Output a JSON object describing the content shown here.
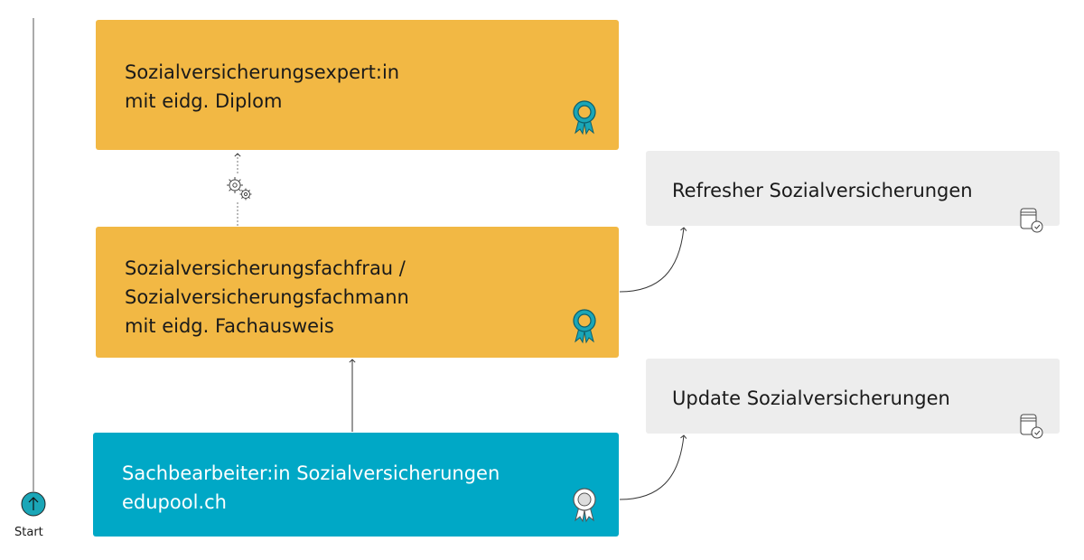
{
  "start": {
    "label": "Start",
    "icon": "arrow-up-circle-icon"
  },
  "nodes": {
    "diplom": {
      "lines": [
        "Sozialversicherungsexpert:in",
        "mit eidg. Diplom"
      ],
      "icon": "rosette-award-icon"
    },
    "fachausweis": {
      "lines": [
        "Sozialversicherungsfachfrau /",
        "Sozialversicherungsfachmann",
        "mit eidg. Fachausweis"
      ],
      "icon": "rosette-award-icon"
    },
    "sachbearbeiter": {
      "lines": [
        "Sachbearbeiter:in Sozialversicherungen",
        "edupool.ch"
      ],
      "icon": "rosette-certificate-icon"
    },
    "refresher": {
      "lines": [
        "Refresher Sozialversicherungen"
      ],
      "icon": "document-check-icon"
    },
    "update": {
      "lines": [
        "Update Sozialversicherungen"
      ],
      "icon": "document-check-icon"
    }
  },
  "colors": {
    "orange": "#f2b844",
    "teal": "#00a8c6",
    "grey": "#ededed",
    "icon_teal": "#1aa6b7",
    "line": "#333333"
  }
}
